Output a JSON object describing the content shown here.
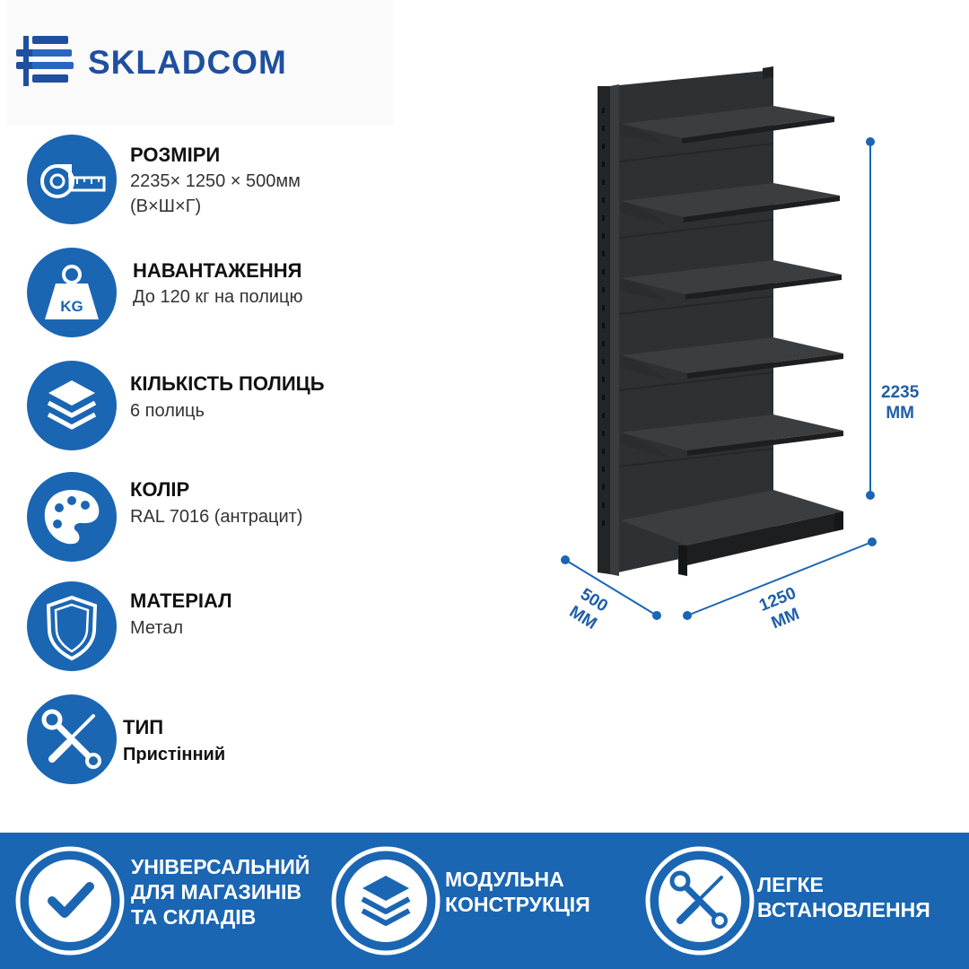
{
  "brand": {
    "name": "SKLADCOM",
    "color": "#1f4f9e"
  },
  "colors": {
    "accent": "#1a66b3",
    "icon_circle": "#1a66b3",
    "product": "#2e3133"
  },
  "features": [
    {
      "icon": "tape-measure-icon",
      "title": "РОЗМІРИ",
      "value_line1": "2235× 1250 × 500мм",
      "value_line2": "(В×Ш×Г)"
    },
    {
      "icon": "kg-weight-icon",
      "title": "НАВАНТАЖЕННЯ",
      "value_line1": "До 120 кг на полицю",
      "weight_label": "KG"
    },
    {
      "icon": "layers-icon",
      "title": "КІЛЬКІСТЬ ПОЛИЦЬ",
      "value_line1": "6 полиць"
    },
    {
      "icon": "palette-icon",
      "title": "КОЛІР",
      "value_line1": "RAL 7016 (антрацит)"
    },
    {
      "icon": "shield-icon",
      "title": "МАТЕРІАЛ",
      "value_line1": "Метал"
    },
    {
      "icon": "wrench-screwdriver-icon",
      "title": "ТИП",
      "value_line1": "Пристінний"
    }
  ],
  "dimensions": {
    "height": {
      "value": "2235",
      "unit": "ММ"
    },
    "width": {
      "value": "1250",
      "unit": "ММ"
    },
    "depth": {
      "value": "500",
      "unit": "ММ"
    }
  },
  "benefits": [
    {
      "icon": "checkmark-icon",
      "text": "УНІВЕРСАЛЬНИЙ\nДЛЯ МАГАЗИНІВ\nТА СКЛАДІВ"
    },
    {
      "icon": "layers-icon",
      "text": "МОДУЛЬНА\nКОНСТРУКЦІЯ"
    },
    {
      "icon": "wrench-screwdriver-icon",
      "text": "ЛЕГКЕ\nВСТАНОВЛЕННЯ"
    }
  ]
}
